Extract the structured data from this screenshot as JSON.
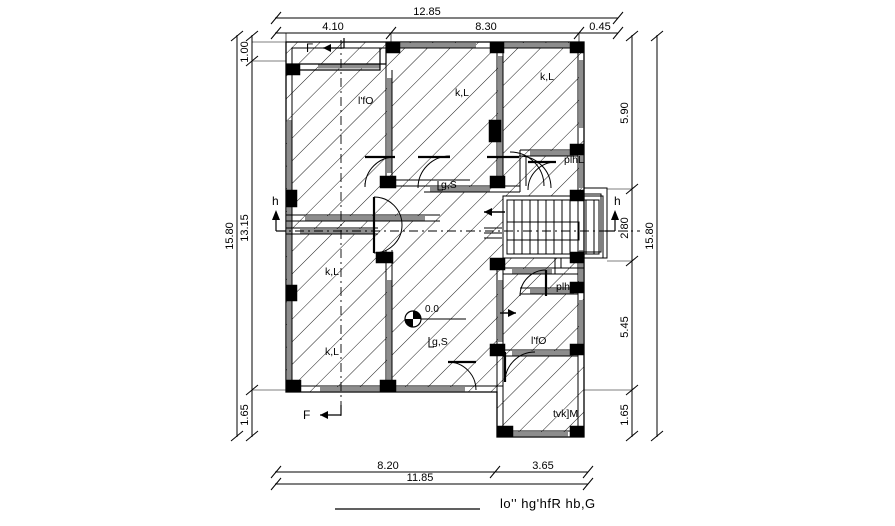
{
  "drawing": {
    "title": "lo'' hg'hfR hb,G",
    "level_marker": {
      "value": "0.0",
      "symbol": "level-circle"
    },
    "section_markers": [
      {
        "label": "F",
        "position": "top-left",
        "arrow": "left"
      },
      {
        "label": "F",
        "position": "bottom-left",
        "arrow": "left"
      },
      {
        "label": "h",
        "position": "mid-left",
        "arrow": "up"
      },
      {
        "label": "h",
        "position": "mid-right",
        "arrow": "up"
      }
    ]
  },
  "dimensions": {
    "top_overall": "12.85",
    "top_chain": [
      "4.10",
      "8.30",
      "0.45"
    ],
    "left_overall": "15.80",
    "left_chain": [
      "1.00",
      "13.15",
      "1.65"
    ],
    "right_overall": "15.80",
    "right_chain": [
      "5.90",
      "2.80",
      "5.45",
      "1.65"
    ],
    "bottom_overall": "11.85",
    "bottom_chain": [
      "8.20",
      "3.65"
    ]
  },
  "rooms": [
    {
      "id": "room-top-left",
      "label": "l'fO"
    },
    {
      "id": "room-top-mid",
      "label": "k,L"
    },
    {
      "id": "room-top-right",
      "label": "k,L"
    },
    {
      "id": "room-bath-upper",
      "label": "plhL"
    },
    {
      "id": "room-hall-upper",
      "label": "g,S"
    },
    {
      "id": "room-left-mid",
      "label": "k,L"
    },
    {
      "id": "room-left-lower",
      "label": "k,L"
    },
    {
      "id": "room-hall-lower",
      "label": "g,S"
    },
    {
      "id": "room-bath-lower",
      "label": "plhL"
    },
    {
      "id": "room-bottom-right",
      "label": "l'fO"
    },
    {
      "id": "room-terrace",
      "label": "tvk]M"
    }
  ],
  "colors": {
    "line": "#000000",
    "wall_fill": "#000000",
    "hatch": "#1a1a1a",
    "background": "#ffffff",
    "wall_gray": "#808080"
  }
}
